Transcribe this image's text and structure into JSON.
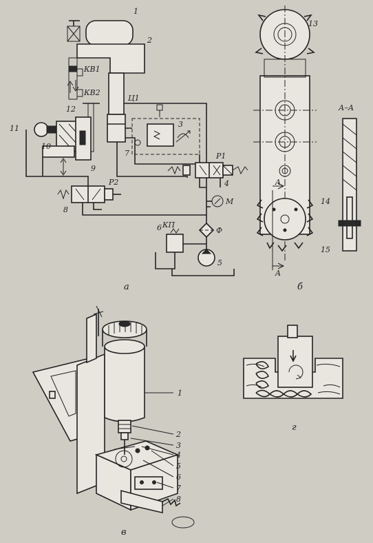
{
  "labels": {
    "a": {
      "n1": "1",
      "n2": "2",
      "n3": "3",
      "n4": "4",
      "n5": "5",
      "n6": "6",
      "n7": "7",
      "n8": "8",
      "n9": "9",
      "n10": "10",
      "n11": "11",
      "n12": "12",
      "kv1": "КВ1",
      "kv2": "КВ2",
      "c1": "Ц1",
      "p1": "Р1",
      "p2": "Р2",
      "m": "М",
      "f": "Ф",
      "kp": "КП"
    },
    "b": {
      "n13": "13",
      "n14": "14",
      "n15": "15",
      "a1": "A",
      "a2": "A",
      "section": "А–А"
    },
    "v": {
      "n1": "1",
      "n2": "2",
      "n3": "3",
      "n4": "4",
      "n5": "5",
      "n6": "6",
      "n7": "7",
      "n8": "8"
    }
  },
  "captions": {
    "a": "а",
    "b": "б",
    "v": "в",
    "g": "г"
  }
}
